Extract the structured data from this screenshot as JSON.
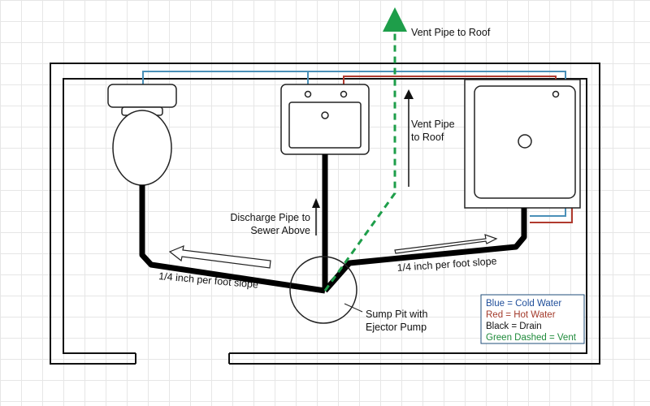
{
  "labels": {
    "vent_top": "Vent Pipe to Roof",
    "vent_mid_line1": "Vent Pipe",
    "vent_mid_line2": "to Roof",
    "discharge_line1": "Discharge Pipe to",
    "discharge_line2": "Sewer Above",
    "slope_left": "1/4 inch per foot slope",
    "slope_right": "1/4 inch per foot slope",
    "sump_line1": "Sump Pit with",
    "sump_line2": "Ejector Pump"
  },
  "legend": {
    "blue": "Blue = Cold Water",
    "red": "Red = Hot Water",
    "black": "Black = Drain",
    "green": "Green Dashed = Vent"
  },
  "colors": {
    "cold_water": "#4a90b8",
    "hot_water": "#b03a2e",
    "drain": "#000000",
    "vent": "#1e9e4a",
    "legend_blue_text": "#1f4e9a",
    "legend_red_text": "#a33a2a",
    "legend_green_text": "#1e8a3a"
  },
  "icons": [
    "toilet-icon",
    "sink-icon",
    "shower-icon",
    "sump-pit-icon",
    "up-arrow-icon",
    "flow-arrow-icon"
  ]
}
